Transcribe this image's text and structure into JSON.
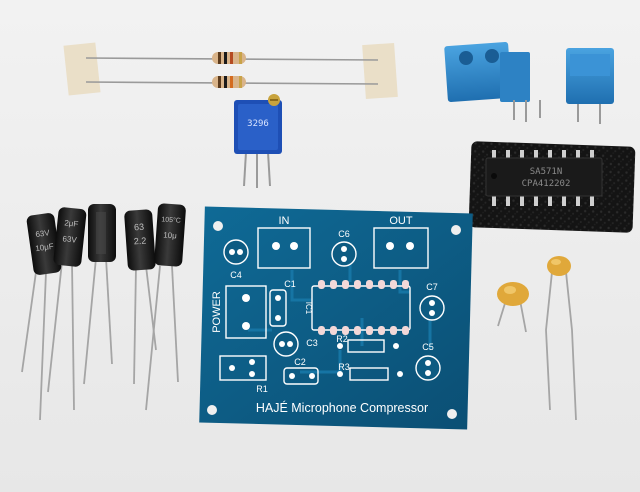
{
  "pcb": {
    "title": "HAJÉ Microphone Compressor",
    "labels": {
      "in": "IN",
      "out": "OUT",
      "power": "POWER",
      "c1": "C1",
      "c2": "C2",
      "c3": "C3",
      "c4": "C4",
      "c5": "C5",
      "c6": "C6",
      "c7": "C7",
      "r1": "R1",
      "r2": "R2",
      "r3": "R3",
      "ic1": "IC1"
    }
  },
  "ic_chip": {
    "line1": "SA571N",
    "line2": "CPA412202"
  },
  "trimmer": {
    "marking": "3296"
  },
  "capacitors": {
    "cap1": {
      "line1": "63V",
      "line2": "10μF"
    },
    "cap2": {
      "line1": "2μF",
      "line2": "63V"
    },
    "cap3": {
      "line1": "63",
      "line2": "2.2"
    },
    "cap4": {
      "line1": "105°C",
      "line2": "10μ"
    }
  },
  "colors": {
    "background": "#efefef",
    "pcb": "#0e5f88",
    "silkscreen": "#ffffff",
    "terminal_block": "#2f86c9",
    "foam": "#111111",
    "capacitor_body": "#1b1b1b",
    "ceramic_cap": "#e0a83a",
    "trimmer": "#1e4fb5"
  }
}
